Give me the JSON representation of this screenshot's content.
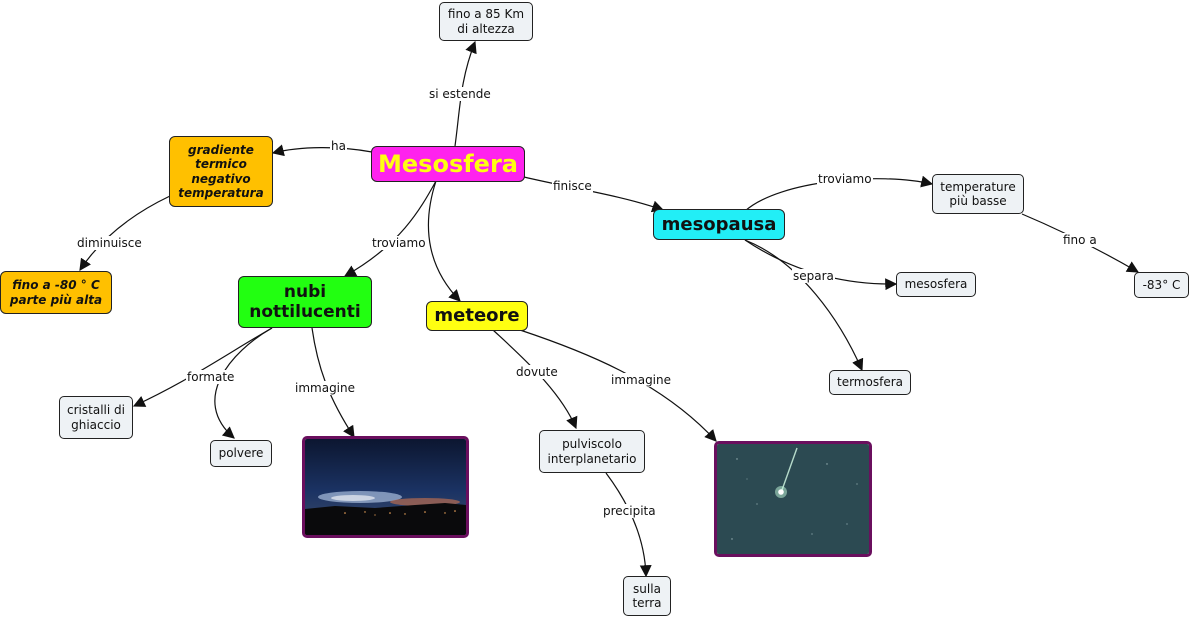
{
  "colors": {
    "magenta": "#ff22ee",
    "orange": "#ffc000",
    "cyan": "#22eef6",
    "green": "#22ff11",
    "yellow": "#ffff11",
    "node_fill": "#eef2f5",
    "photo_frame": "#6a0f5e"
  },
  "nodes": {
    "mesosfera_main": "Mesosfera",
    "altezza": "fino a 85 Km\ndi altezza",
    "gradiente": "gradiente\ntermico\nnegativo\ntemperatura",
    "minus80": "fino a -80 ° C\nparte più alta",
    "mesopausa": "mesopausa",
    "temp_basse": "temperature\npiù basse",
    "minus83": "-83° C",
    "mesosfera_small": "mesosfera",
    "termosfera": "termosfera",
    "nubi": "nubi\nnottilucenti",
    "meteore": "meteore",
    "cristalli": "cristalli di\nghiaccio",
    "polvere": "polvere",
    "pulviscolo": "pulviscolo\ninterplanetario",
    "sulla_terra": "sulla\nterra"
  },
  "labels": {
    "si_estende": "si estende",
    "ha": "ha",
    "diminuisce": "diminuisce",
    "finisce": "finisce",
    "troviamo_right": "troviamo",
    "fino_a": "fino a",
    "separa": "separa",
    "troviamo_center": "troviamo",
    "formate": "formate",
    "immagine_nubi": "immagine",
    "dovute": "dovute",
    "immagine_meteore": "immagine",
    "precipita": "precipita"
  },
  "images": {
    "nubi_photo": "noctilucent-clouds-photo",
    "meteor_photo": "meteor-photo"
  }
}
